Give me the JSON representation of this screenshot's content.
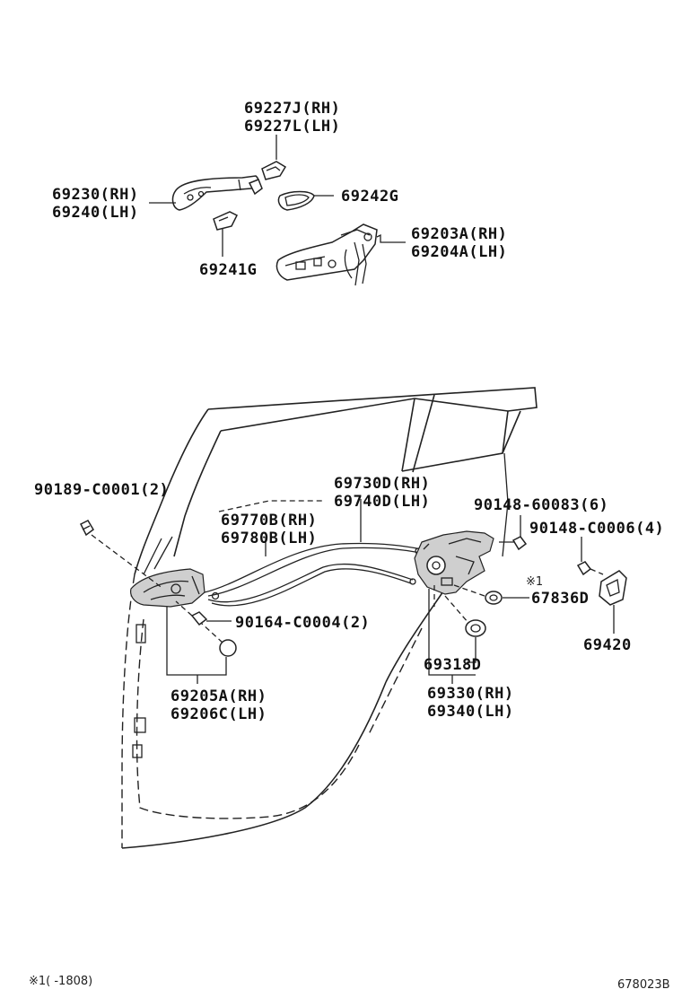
{
  "labels": {
    "outer_handle_cover_rh": "69227J(RH)",
    "outer_handle_cover_lh": "69227L(LH)",
    "outer_handle_rh": "69230(RH)",
    "outer_handle_lh": "69240(LH)",
    "pad_69242g": "69242G",
    "frame_rh": "69203A(RH)",
    "frame_lh": "69204A(LH)",
    "pad_69241g": "69241G",
    "screw_90189": "90189-C0001(2)",
    "cable_rh": "69730D(RH)",
    "cable_lh": "69740D(LH)",
    "screw_90148_60083": "90148-60083(6)",
    "cable2_rh": "69770B(RH)",
    "cable2_lh": "69780B(LH)",
    "screw_90148_c0006": "90148-C0006(4)",
    "note_mark": "※1",
    "seal_67836d": "67836D",
    "screw_90164": "90164-C0004(2)",
    "striker_69420": "69420",
    "cover_69318d": "69318D",
    "inner_handle_rh": "69205A(RH)",
    "inner_handle_lh": "69206C(LH)",
    "lock_rh": "69330(RH)",
    "lock_lh": "69340(LH)"
  },
  "footer": {
    "note": "※1(    -1808)",
    "diagram_id": "678023B"
  }
}
